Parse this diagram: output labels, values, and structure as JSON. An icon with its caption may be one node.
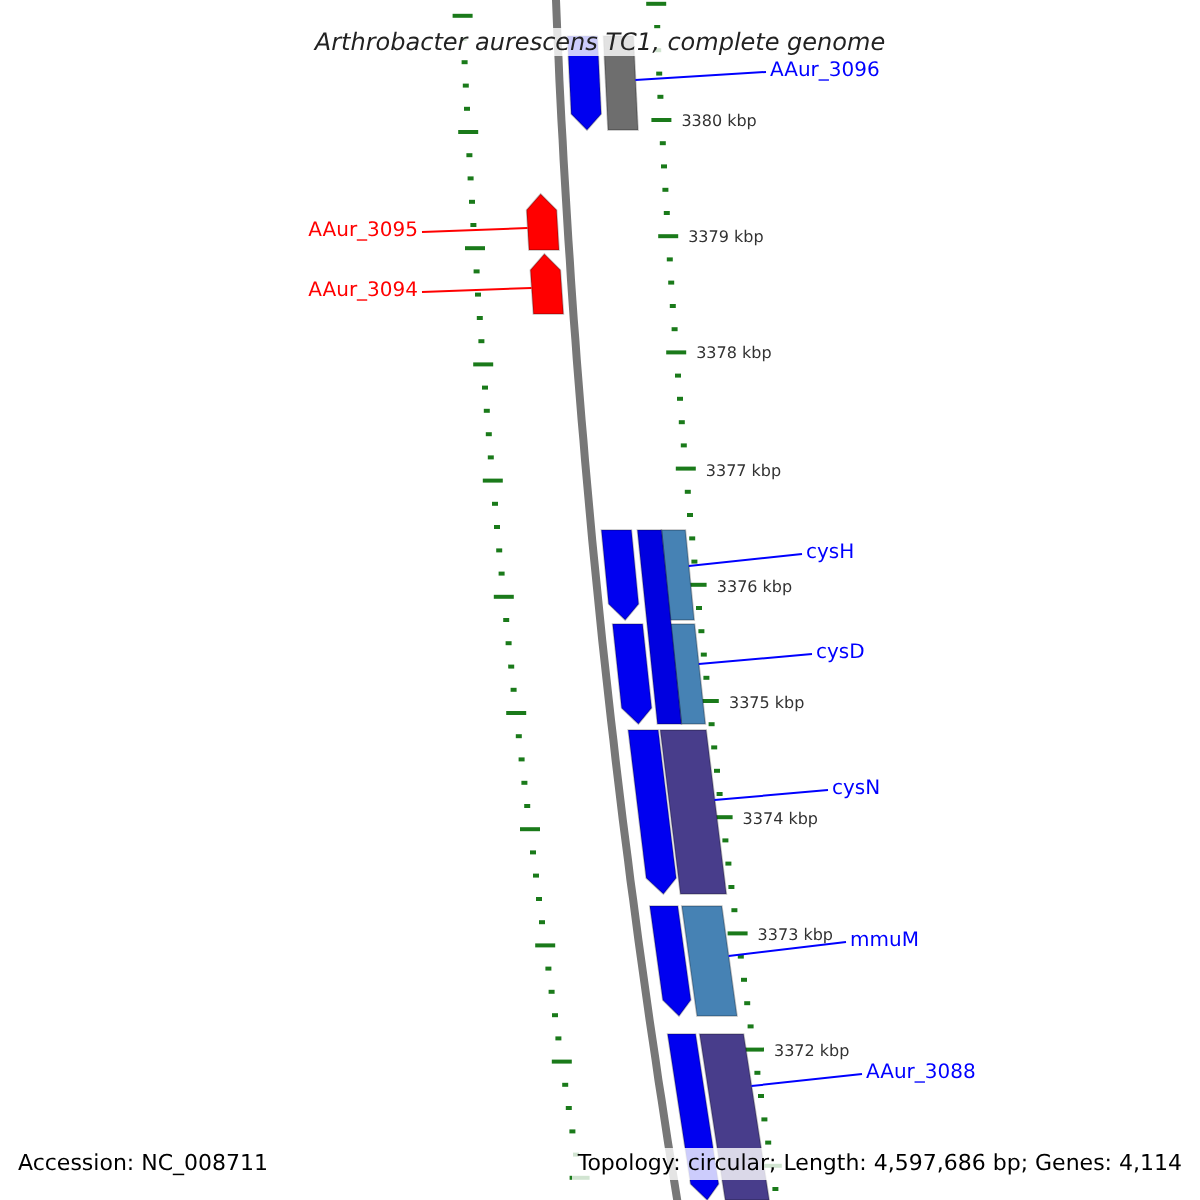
{
  "diagram": {
    "title": "Arthrobacter aurescens TC1, complete genome",
    "nodes": [
      {
        "text": [
          "AAur_3096"
        ]
      },
      {
        "text": [],
        "shape": "bar"
      },
      {
        "text": [
          "AAur_3095"
        ]
      },
      {
        "text": [],
        "shape": "arrow"
      },
      {
        "text": [
          "AAur_3094"
        ]
      },
      {
        "text": [],
        "shape": "arrow"
      },
      {
        "text": [
          "cysH"
        ]
      },
      {
        "text": [],
        "shape": "bar"
      },
      {
        "text": [
          "cysD"
        ]
      },
      {
        "text": [],
        "shape": "bar"
      },
      {
        "text": [
          "cysN"
        ]
      },
      {
        "text": [],
        "shape": "bar"
      },
      {
        "text": [
          "mmuM"
        ]
      },
      {
        "text": [],
        "shape": "bar"
      },
      {
        "text": [
          "AAur_3088"
        ]
      },
      {
        "text": [],
        "shape": "bar"
      },
      {
        "text": [],
        "shape": "arrow"
      },
      {
        "text": [],
        "shape": "arrow"
      },
      {
        "text": [],
        "shape": "arrow"
      },
      {
        "text": [],
        "shape": "arrow"
      },
      {
        "text": [],
        "shape": "arrow"
      },
      {
        "text": [],
        "shape": "arrow"
      },
      {
        "text": [],
        "shape": "bar"
      }
    ],
    "edges": [
      {
        "from": 0,
        "to": 1,
        "arrow": "none"
      },
      {
        "from": 2,
        "to": 3,
        "arrow": "none",
        "color": "#ff0000"
      },
      {
        "from": 4,
        "to": 5,
        "arrow": "none",
        "color": "#ff0000"
      },
      {
        "from": 6,
        "to": 7,
        "arrow": "none"
      },
      {
        "from": 8,
        "to": 9,
        "arrow": "none"
      },
      {
        "from": 10,
        "to": 11,
        "arrow": "none"
      },
      {
        "from": 12,
        "to": 13,
        "arrow": "none"
      },
      {
        "from": 14,
        "to": 15,
        "arrow": "none"
      }
    ],
    "labels": [
      "3380 kbp",
      "3379 kbp",
      "3378 kbp",
      "3377 kbp",
      "3376 kbp",
      "3375 kbp",
      "3374 kbp",
      "3373 kbp",
      "3372 kbp",
      "Accession: NC_008711",
      "Topology: circular; Length: 4,597,686 bp; Genes: 4,114"
    ]
  }
}
